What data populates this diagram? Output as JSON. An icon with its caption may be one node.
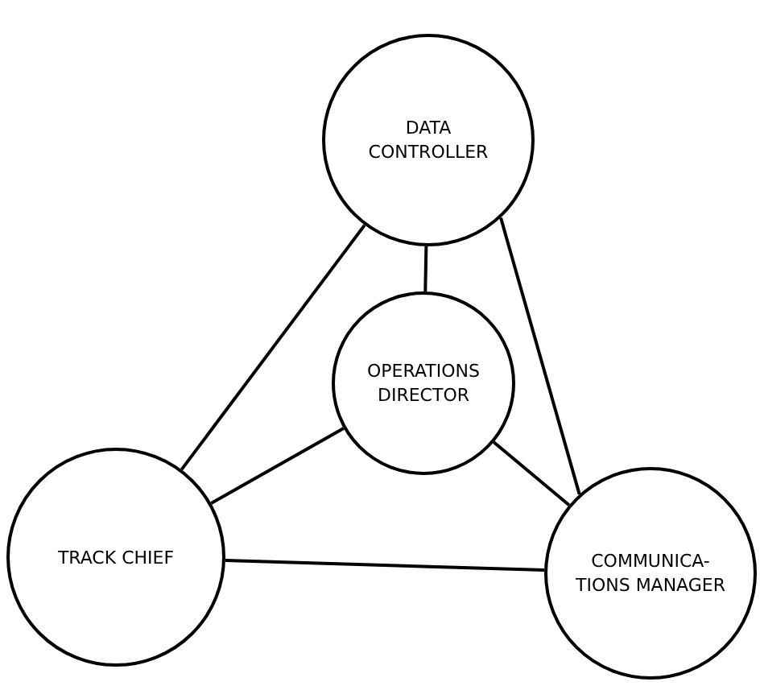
{
  "diagram": {
    "nodes": [
      {
        "text": [
          "DATA CONTROLLER"
        ]
      },
      {
        "text": [
          "OPERATIONS DIRECTOR"
        ]
      },
      {
        "text": [
          "TRACK CHIEF"
        ]
      },
      {
        "text": [
          "COMMUNICA- TIONS MANAGER"
        ]
      }
    ],
    "edges": [
      {
        "from": 0,
        "to": 1,
        "arrow": "none"
      },
      {
        "from": 0,
        "to": 2,
        "arrow": "none"
      },
      {
        "from": 0,
        "to": 3,
        "arrow": "none"
      },
      {
        "from": 1,
        "to": 2,
        "arrow": "none"
      },
      {
        "from": 1,
        "to": 3,
        "arrow": "none"
      },
      {
        "from": 2,
        "to": 3,
        "arrow": "none"
      }
    ]
  }
}
